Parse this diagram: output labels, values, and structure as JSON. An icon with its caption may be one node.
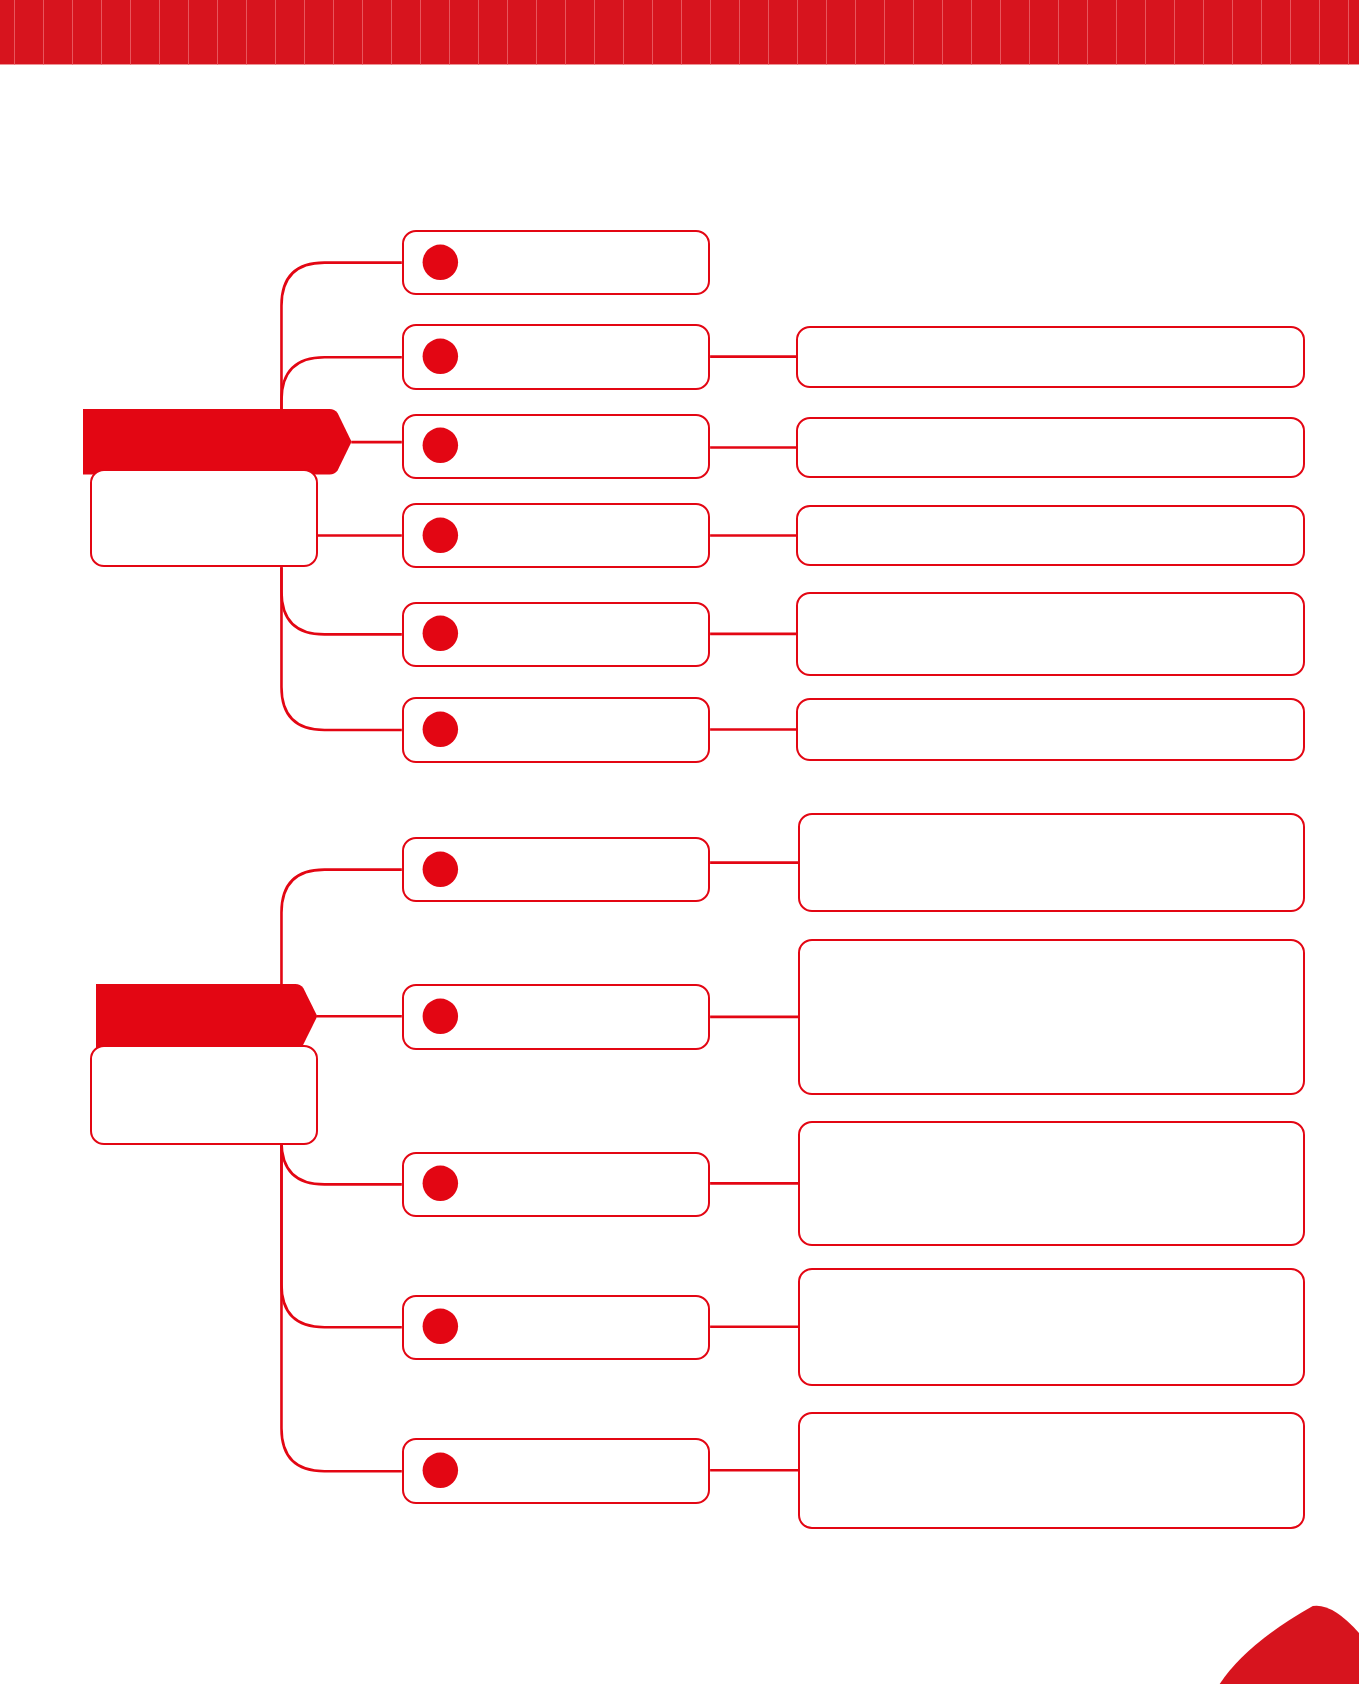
{
  "diagram": {
    "nodes": [
      {
        "text": [],
        "shape": "banner"
      },
      {
        "text": [],
        "shape": "box"
      },
      {
        "text": [],
        "shape": "box"
      },
      {
        "text": [],
        "shape": "box"
      },
      {
        "text": [],
        "shape": "box"
      },
      {
        "text": [],
        "shape": "box"
      },
      {
        "text": [],
        "shape": "box"
      },
      {
        "text": [],
        "shape": "box"
      },
      {
        "text": [],
        "shape": "box"
      },
      {
        "text": [],
        "shape": "box"
      },
      {
        "text": [],
        "shape": "box"
      },
      {
        "text": [],
        "shape": "box"
      },
      {
        "text": [],
        "shape": "box"
      },
      {
        "text": [],
        "shape": "banner"
      },
      {
        "text": [],
        "shape": "box"
      },
      {
        "text": [],
        "shape": "box"
      },
      {
        "text": [],
        "shape": "box"
      },
      {
        "text": [],
        "shape": "box"
      },
      {
        "text": [],
        "shape": "box"
      },
      {
        "text": [],
        "shape": "box"
      },
      {
        "text": [],
        "shape": "box"
      },
      {
        "text": [],
        "shape": "box"
      },
      {
        "text": [],
        "shape": "box"
      },
      {
        "text": [],
        "shape": "box"
      },
      {
        "text": [],
        "shape": "box"
      }
    ],
    "edges": [
      {
        "from": 0,
        "to": 2,
        "arrow": "none"
      },
      {
        "from": 0,
        "to": 3,
        "arrow": "none"
      },
      {
        "from": 0,
        "to": 4,
        "arrow": "none"
      },
      {
        "from": 1,
        "to": 5,
        "arrow": "none"
      },
      {
        "from": 1,
        "to": 6,
        "arrow": "none"
      },
      {
        "from": 1,
        "to": 7,
        "arrow": "none"
      },
      {
        "from": 3,
        "to": 8,
        "arrow": "none"
      },
      {
        "from": 4,
        "to": 9,
        "arrow": "none"
      },
      {
        "from": 5,
        "to": 10,
        "arrow": "none"
      },
      {
        "from": 6,
        "to": 11,
        "arrow": "none"
      },
      {
        "from": 7,
        "to": 12,
        "arrow": "none"
      },
      {
        "from": 13,
        "to": 15,
        "arrow": "none"
      },
      {
        "from": 13,
        "to": 16,
        "arrow": "none"
      },
      {
        "from": 14,
        "to": 17,
        "arrow": "none"
      },
      {
        "from": 14,
        "to": 18,
        "arrow": "none"
      },
      {
        "from": 14,
        "to": 19,
        "arrow": "none"
      },
      {
        "from": 15,
        "to": 20,
        "arrow": "none"
      },
      {
        "from": 16,
        "to": 21,
        "arrow": "none"
      },
      {
        "from": 17,
        "to": 22,
        "arrow": "none"
      },
      {
        "from": 18,
        "to": 23,
        "arrow": "none"
      },
      {
        "from": 19,
        "to": 24,
        "arrow": "none"
      }
    ]
  }
}
